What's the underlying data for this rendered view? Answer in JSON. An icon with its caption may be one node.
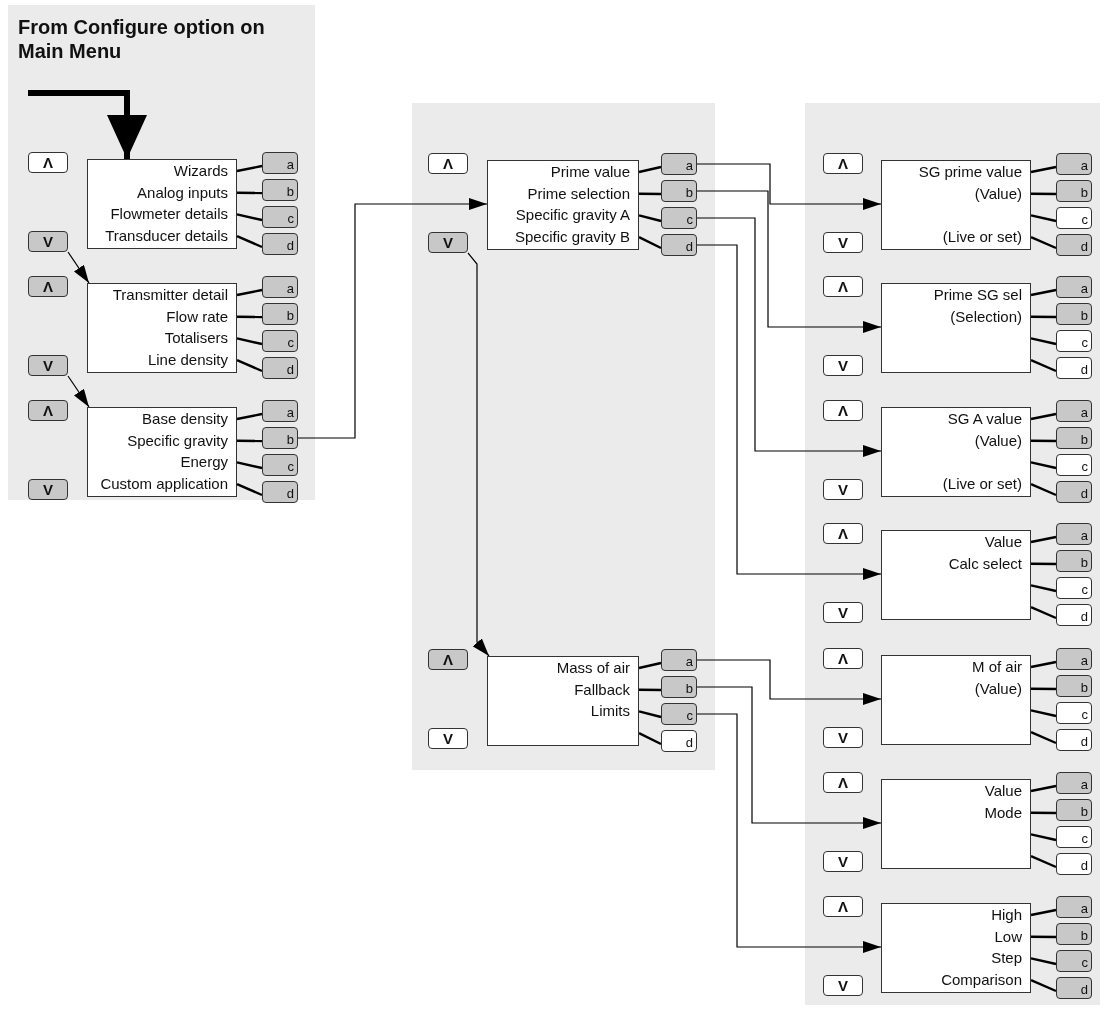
{
  "diagram": {
    "nodes": [
      {
        "text": [
          "From Configure option on Main Menu"
        ]
      },
      {
        "text": [
          "Wizards",
          "Analog inputs",
          "Flowmeter details",
          "Transducer details"
        ]
      },
      {
        "text": [
          "Λ"
        ]
      },
      {
        "text": [
          "V"
        ]
      },
      {
        "text": [
          "a"
        ]
      },
      {
        "text": [
          "b"
        ]
      },
      {
        "text": [
          "c"
        ]
      },
      {
        "text": [
          "d"
        ]
      },
      {
        "text": [
          "Transmitter detail",
          "Flow rate",
          "Totalisers",
          "Line density"
        ]
      },
      {
        "text": [
          "Λ"
        ]
      },
      {
        "text": [
          "V"
        ]
      },
      {
        "text": [
          "a"
        ]
      },
      {
        "text": [
          "b"
        ]
      },
      {
        "text": [
          "c"
        ]
      },
      {
        "text": [
          "d"
        ]
      },
      {
        "text": [
          "Base density",
          "Specific gravity",
          "Energy",
          "Custom application"
        ]
      },
      {
        "text": [
          "Λ"
        ]
      },
      {
        "text": [
          "V"
        ]
      },
      {
        "text": [
          "a"
        ]
      },
      {
        "text": [
          "b"
        ]
      },
      {
        "text": [
          "c"
        ]
      },
      {
        "text": [
          "d"
        ]
      },
      {
        "text": [
          "Prime value",
          "Prime selection",
          "Specific gravity A",
          "Specific gravity B"
        ]
      },
      {
        "text": [
          "Λ"
        ]
      },
      {
        "text": [
          "V"
        ]
      },
      {
        "text": [
          "a"
        ]
      },
      {
        "text": [
          "b"
        ]
      },
      {
        "text": [
          "c"
        ]
      },
      {
        "text": [
          "d"
        ]
      },
      {
        "text": [
          "Mass of air",
          "Fallback",
          "Limits"
        ]
      },
      {
        "text": [
          "Λ"
        ]
      },
      {
        "text": [
          "V"
        ]
      },
      {
        "text": [
          "a"
        ]
      },
      {
        "text": [
          "b"
        ]
      },
      {
        "text": [
          "c"
        ]
      },
      {
        "text": [
          "d"
        ]
      },
      {
        "text": [
          "SG prime value",
          "(Value)",
          "(Live or set)"
        ]
      },
      {
        "text": [
          "Λ"
        ]
      },
      {
        "text": [
          "V"
        ]
      },
      {
        "text": [
          "a"
        ]
      },
      {
        "text": [
          "b"
        ]
      },
      {
        "text": [
          "c"
        ]
      },
      {
        "text": [
          "d"
        ]
      },
      {
        "text": [
          "Prime SG sel",
          "(Selection)"
        ]
      },
      {
        "text": [
          "Λ"
        ]
      },
      {
        "text": [
          "V"
        ]
      },
      {
        "text": [
          "a"
        ]
      },
      {
        "text": [
          "b"
        ]
      },
      {
        "text": [
          "c"
        ]
      },
      {
        "text": [
          "d"
        ]
      },
      {
        "text": [
          "SG A value",
          "(Value)",
          "(Live or set)"
        ]
      },
      {
        "text": [
          "Λ"
        ]
      },
      {
        "text": [
          "V"
        ]
      },
      {
        "text": [
          "a"
        ]
      },
      {
        "text": [
          "b"
        ]
      },
      {
        "text": [
          "c"
        ]
      },
      {
        "text": [
          "d"
        ]
      },
      {
        "text": [
          "Value",
          "Calc select"
        ]
      },
      {
        "text": [
          "Λ"
        ]
      },
      {
        "text": [
          "V"
        ]
      },
      {
        "text": [
          "a"
        ]
      },
      {
        "text": [
          "b"
        ]
      },
      {
        "text": [
          "c"
        ]
      },
      {
        "text": [
          "d"
        ]
      },
      {
        "text": [
          "M of air",
          "(Value)"
        ]
      },
      {
        "text": [
          "Λ"
        ]
      },
      {
        "text": [
          "V"
        ]
      },
      {
        "text": [
          "a"
        ]
      },
      {
        "text": [
          "b"
        ]
      },
      {
        "text": [
          "c"
        ]
      },
      {
        "text": [
          "d"
        ]
      },
      {
        "text": [
          "Value",
          "Mode"
        ]
      },
      {
        "text": [
          "Λ"
        ]
      },
      {
        "text": [
          "V"
        ]
      },
      {
        "text": [
          "a"
        ]
      },
      {
        "text": [
          "b"
        ]
      },
      {
        "text": [
          "c"
        ]
      },
      {
        "text": [
          "d"
        ]
      },
      {
        "text": [
          "High",
          "Low",
          "Step",
          "Comparison"
        ]
      },
      {
        "text": [
          "Λ"
        ]
      },
      {
        "text": [
          "V"
        ]
      },
      {
        "text": [
          "a"
        ]
      },
      {
        "text": [
          "b"
        ]
      },
      {
        "text": [
          "c"
        ]
      },
      {
        "text": [
          "d"
        ]
      }
    ],
    "edges": [
      {
        "from": 0,
        "to": 1,
        "arrow": "to",
        "style": "thick"
      },
      {
        "from": 1,
        "to": 4,
        "arrow": "none"
      },
      {
        "from": 1,
        "to": 5,
        "arrow": "none"
      },
      {
        "from": 1,
        "to": 6,
        "arrow": "none"
      },
      {
        "from": 1,
        "to": 7,
        "arrow": "none"
      },
      {
        "from": 8,
        "to": 11,
        "arrow": "none"
      },
      {
        "from": 8,
        "to": 12,
        "arrow": "none"
      },
      {
        "from": 8,
        "to": 13,
        "arrow": "none"
      },
      {
        "from": 8,
        "to": 14,
        "arrow": "none"
      },
      {
        "from": 15,
        "to": 18,
        "arrow": "none"
      },
      {
        "from": 15,
        "to": 19,
        "arrow": "none"
      },
      {
        "from": 15,
        "to": 20,
        "arrow": "none"
      },
      {
        "from": 15,
        "to": 21,
        "arrow": "none"
      },
      {
        "from": 22,
        "to": 25,
        "arrow": "none"
      },
      {
        "from": 22,
        "to": 26,
        "arrow": "none"
      },
      {
        "from": 22,
        "to": 27,
        "arrow": "none"
      },
      {
        "from": 22,
        "to": 28,
        "arrow": "none"
      },
      {
        "from": 29,
        "to": 32,
        "arrow": "none"
      },
      {
        "from": 29,
        "to": 33,
        "arrow": "none"
      },
      {
        "from": 29,
        "to": 34,
        "arrow": "none"
      },
      {
        "from": 29,
        "to": 35,
        "arrow": "none"
      },
      {
        "from": 36,
        "to": 39,
        "arrow": "none"
      },
      {
        "from": 36,
        "to": 40,
        "arrow": "none"
      },
      {
        "from": 36,
        "to": 41,
        "arrow": "none"
      },
      {
        "from": 36,
        "to": 42,
        "arrow": "none"
      },
      {
        "from": 43,
        "to": 46,
        "arrow": "none"
      },
      {
        "from": 43,
        "to": 47,
        "arrow": "none"
      },
      {
        "from": 43,
        "to": 48,
        "arrow": "none"
      },
      {
        "from": 43,
        "to": 49,
        "arrow": "none"
      },
      {
        "from": 50,
        "to": 53,
        "arrow": "none"
      },
      {
        "from": 50,
        "to": 54,
        "arrow": "none"
      },
      {
        "from": 50,
        "to": 55,
        "arrow": "none"
      },
      {
        "from": 50,
        "to": 56,
        "arrow": "none"
      },
      {
        "from": 57,
        "to": 60,
        "arrow": "none"
      },
      {
        "from": 57,
        "to": 61,
        "arrow": "none"
      },
      {
        "from": 57,
        "to": 62,
        "arrow": "none"
      },
      {
        "from": 57,
        "to": 63,
        "arrow": "none"
      },
      {
        "from": 64,
        "to": 67,
        "arrow": "none"
      },
      {
        "from": 64,
        "to": 68,
        "arrow": "none"
      },
      {
        "from": 64,
        "to": 69,
        "arrow": "none"
      },
      {
        "from": 64,
        "to": 70,
        "arrow": "none"
      },
      {
        "from": 71,
        "to": 74,
        "arrow": "none"
      },
      {
        "from": 71,
        "to": 75,
        "arrow": "none"
      },
      {
        "from": 71,
        "to": 76,
        "arrow": "none"
      },
      {
        "from": 71,
        "to": 77,
        "arrow": "none"
      },
      {
        "from": 78,
        "to": 81,
        "arrow": "none"
      },
      {
        "from": 78,
        "to": 82,
        "arrow": "none"
      },
      {
        "from": 78,
        "to": 83,
        "arrow": "none"
      },
      {
        "from": 78,
        "to": 84,
        "arrow": "none"
      },
      {
        "from": 3,
        "to": 8,
        "arrow": "to"
      },
      {
        "from": 10,
        "to": 15,
        "arrow": "to"
      },
      {
        "from": 19,
        "to": 22,
        "arrow": "to"
      },
      {
        "from": 25,
        "to": 36,
        "arrow": "to"
      },
      {
        "from": 26,
        "to": 43,
        "arrow": "to"
      },
      {
        "from": 27,
        "to": 50,
        "arrow": "to"
      },
      {
        "from": 28,
        "to": 57,
        "arrow": "to"
      },
      {
        "from": 24,
        "to": 29,
        "arrow": "to"
      },
      {
        "from": 32,
        "to": 64,
        "arrow": "to"
      },
      {
        "from": 33,
        "to": 71,
        "arrow": "to"
      },
      {
        "from": 34,
        "to": 78,
        "arrow": "to"
      }
    ]
  }
}
